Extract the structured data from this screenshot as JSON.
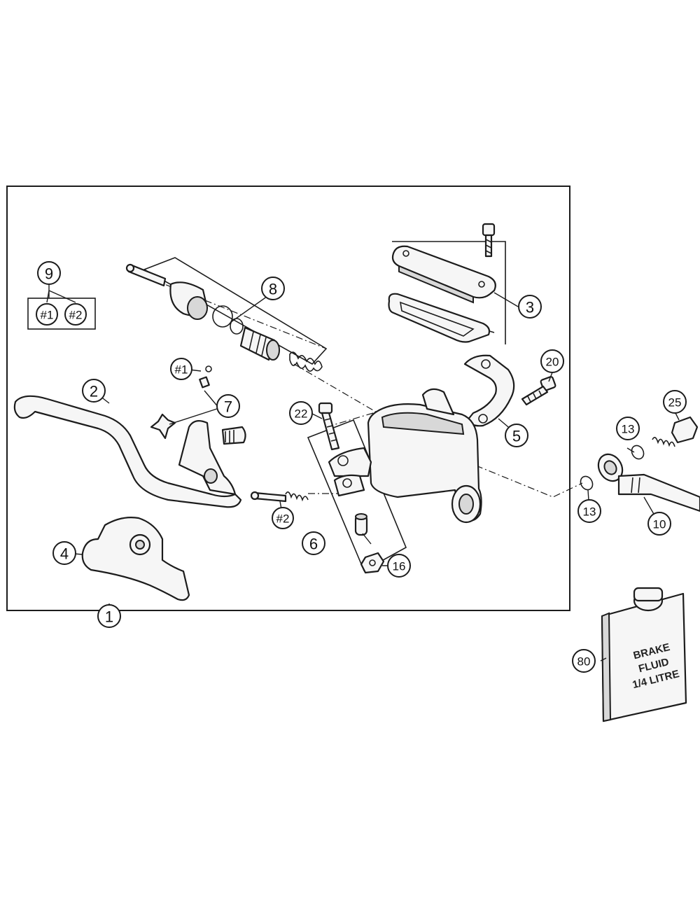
{
  "callouts": {
    "c1": "1",
    "c2": "2",
    "c3": "3",
    "c4": "4",
    "c5": "5",
    "c6": "6",
    "c7": "7",
    "c8": "8",
    "c9": "9",
    "c10": "10",
    "c13a": "13",
    "c13b": "13",
    "c16": "16",
    "c20": "20",
    "c22": "22",
    "c25": "25",
    "c80": "80",
    "k1a": "#1",
    "k2a": "#2",
    "k1b": "#1",
    "k2b": "#2"
  },
  "bottle_label": {
    "line1": "BRAKE",
    "line2": "FLUID",
    "line3": "1/4 LITRE"
  }
}
